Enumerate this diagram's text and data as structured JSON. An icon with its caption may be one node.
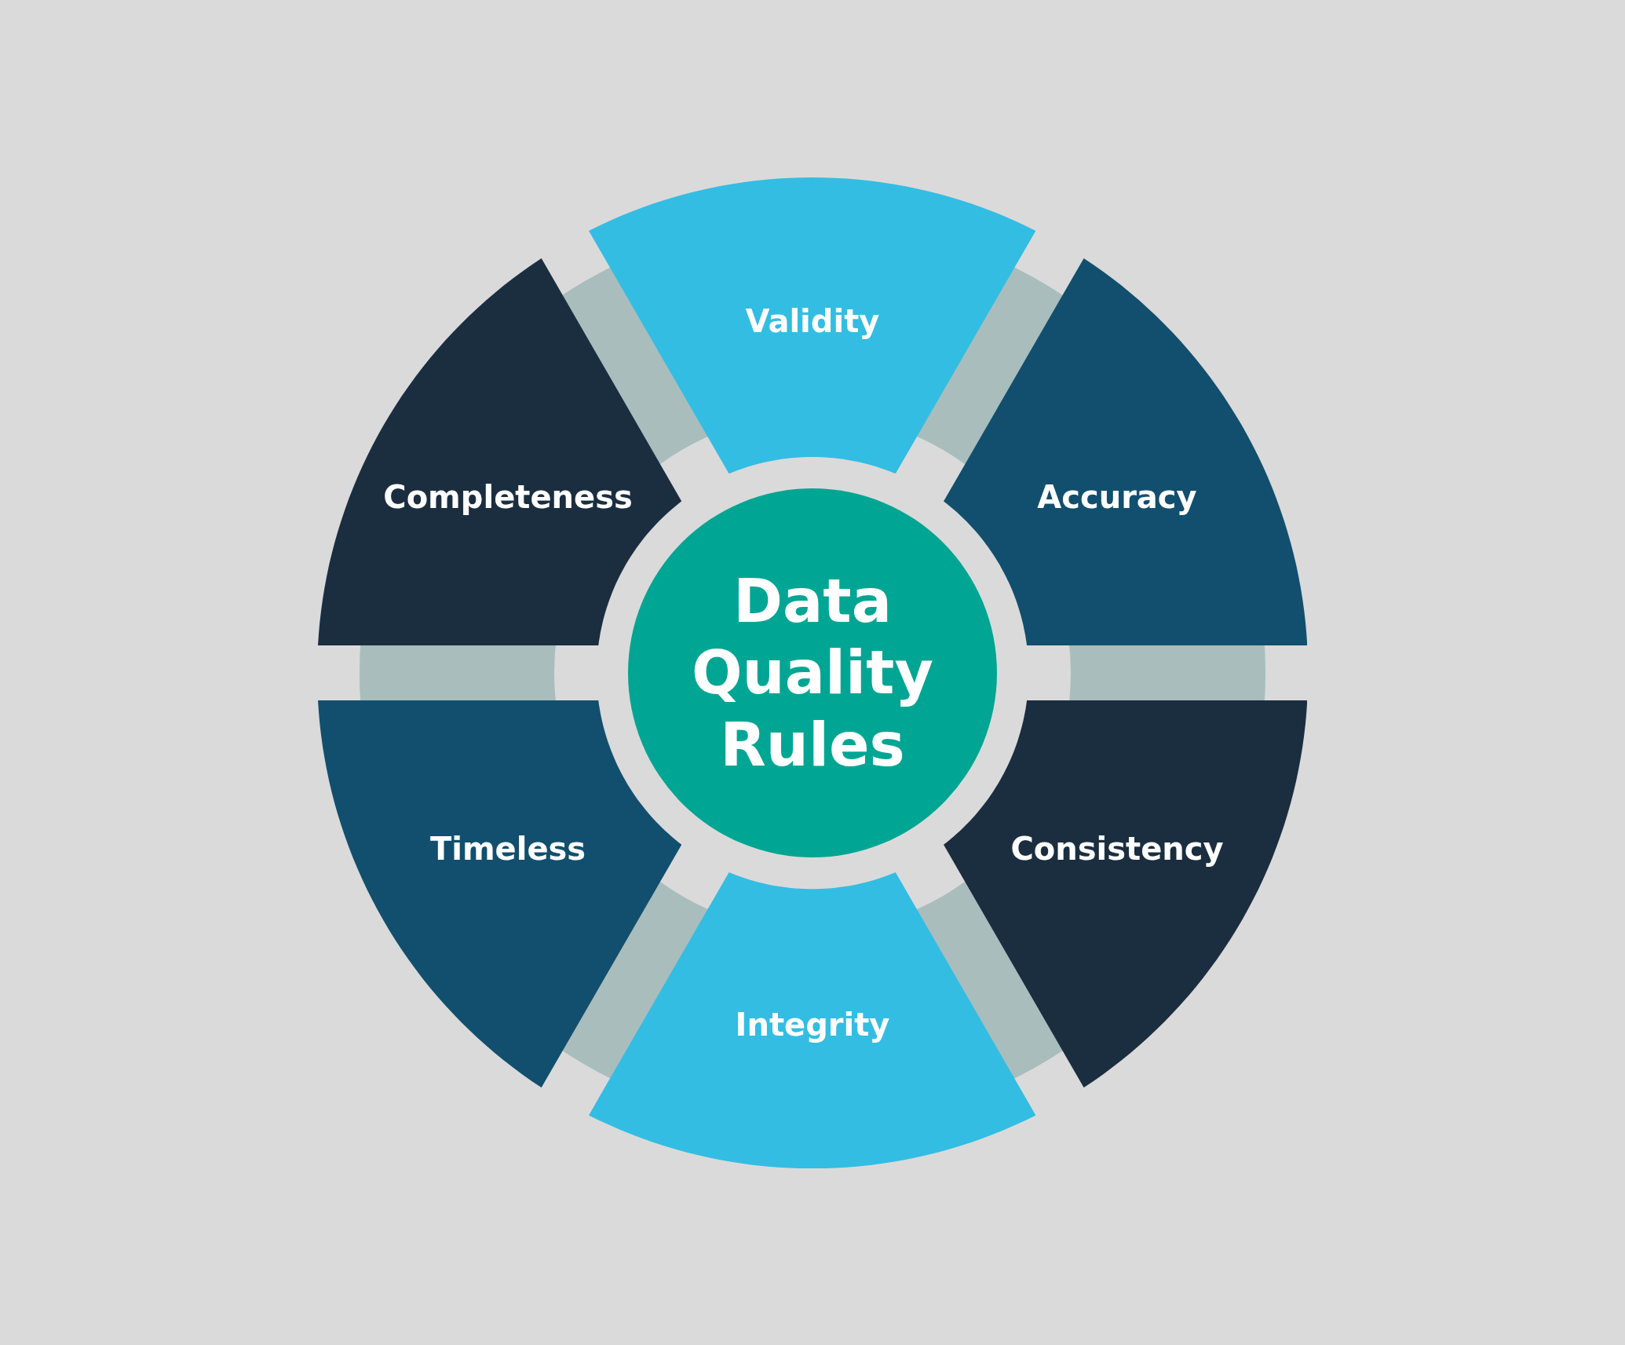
{
  "diagram": {
    "nodes": [
      {
        "text": [
          "Validity"
        ]
      },
      {
        "text": [
          "Accuracy"
        ]
      },
      {
        "text": [
          "Completeness"
        ]
      },
      {
        "text": [
          "Data Quality Rules"
        ]
      },
      {
        "text": [
          "Timeless"
        ]
      },
      {
        "text": [
          "Consistency"
        ]
      },
      {
        "text": [
          "Integrity"
        ]
      }
    ]
  }
}
